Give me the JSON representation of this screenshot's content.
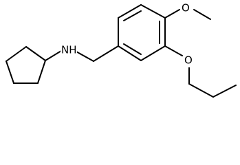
{
  "molecule": {
    "labels": {
      "amine": "NH",
      "ethoxy_oxygen": "O",
      "methoxy_oxygen": "O"
    }
  }
}
